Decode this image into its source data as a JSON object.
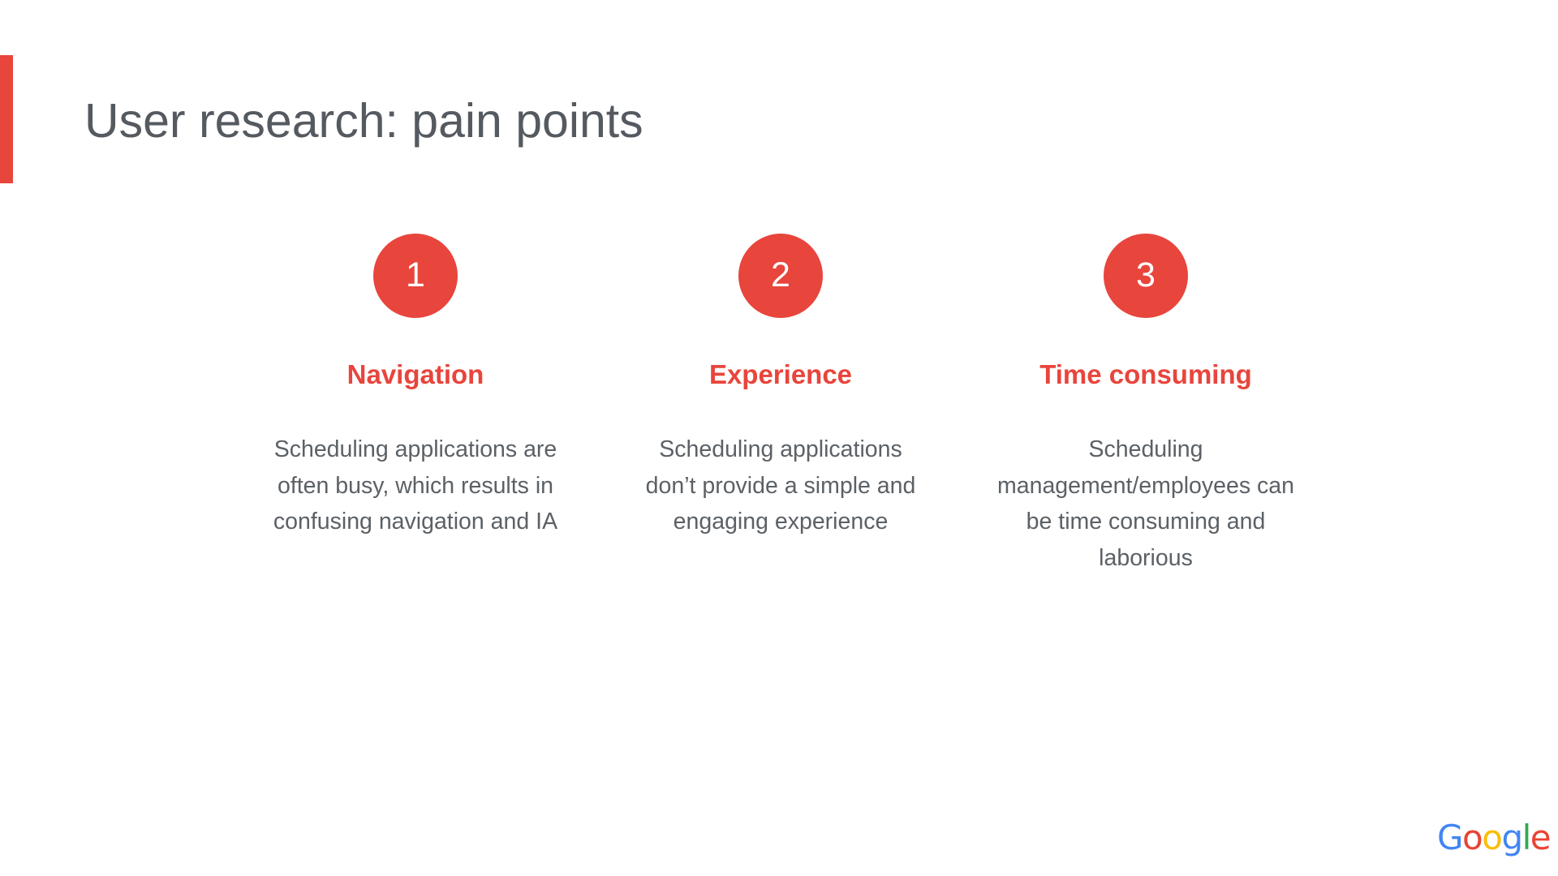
{
  "slide": {
    "title": "User research: pain points",
    "accent_color": "#e8453c",
    "title_color": "#545a60",
    "body_color": "#5b6166",
    "background_color": "#ffffff"
  },
  "columns": [
    {
      "number": "1",
      "heading": "Navigation",
      "body": "Scheduling applications are often busy, which results in confusing navigation and IA"
    },
    {
      "number": "2",
      "heading": "Experience",
      "body": "Scheduling applications don’t provide a simple and engaging experience"
    },
    {
      "number": "3",
      "heading": "Time consuming",
      "body": "Scheduling management/employees can be time consuming and laborious"
    }
  ],
  "footer": {
    "logo": {
      "name": "google-wordmark",
      "letters": [
        {
          "char": "G",
          "color": "#4285f4"
        },
        {
          "char": "o",
          "color": "#ea4335"
        },
        {
          "char": "o",
          "color": "#fbbc05"
        },
        {
          "char": "g",
          "color": "#4285f4"
        },
        {
          "char": "l",
          "color": "#34a853"
        },
        {
          "char": "e",
          "color": "#ea4335"
        }
      ]
    }
  }
}
